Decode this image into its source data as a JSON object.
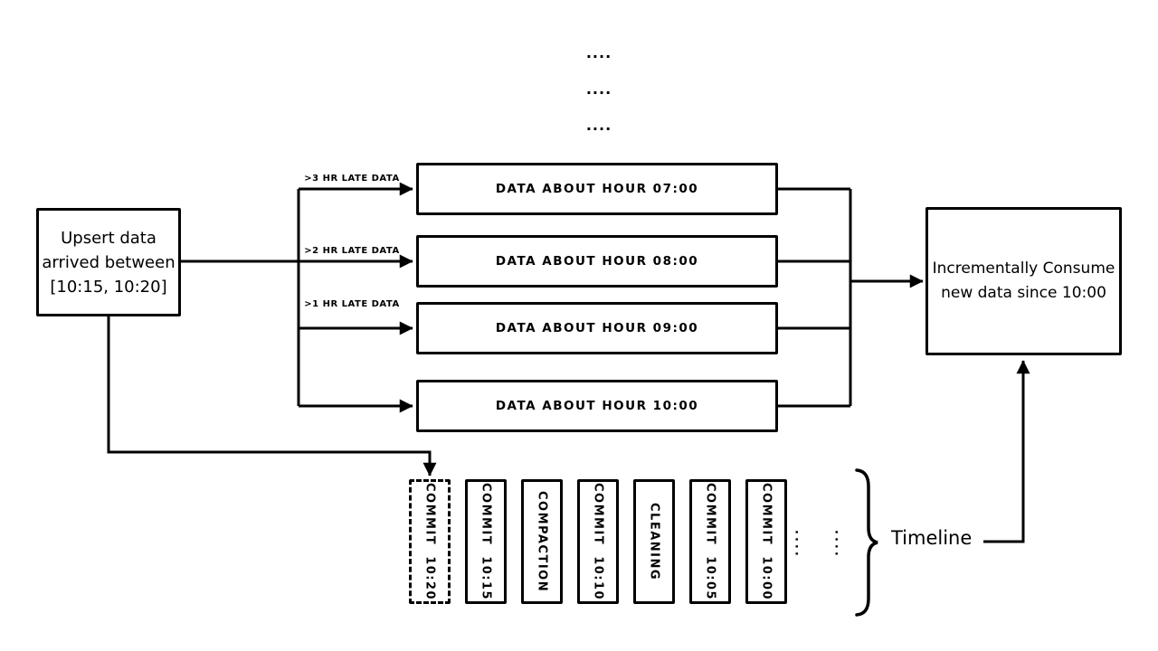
{
  "diagram": {
    "colors": {
      "line": "#000000",
      "background": "#ffffff"
    },
    "top_dots": {
      "row1": "....",
      "row2": "....",
      "row3": "...."
    },
    "left_box": {
      "line1": "Upsert data",
      "line2": "arrived between",
      "line3": "[10:15, 10:20]"
    },
    "branch_labels": {
      "late3": ">3 HR LATE DATA",
      "late2": ">2 HR LATE DATA",
      "late1": ">1 HR LATE DATA"
    },
    "hour_boxes": [
      "DATA ABOUT HOUR 07:00",
      "DATA ABOUT HOUR 08:00",
      "DATA ABOUT HOUR 09:00",
      "DATA ABOUT HOUR 10:00"
    ],
    "right_box": {
      "line1": "Incrementally Consume",
      "line2": "new data since 10:00"
    },
    "timeline": {
      "commits": [
        "COMMIT  10:20",
        "COMMIT  10:15",
        "COMPACTION",
        "COMMIT  10:10",
        "CLEANING",
        "COMMIT  10:05",
        "COMMIT  10:00"
      ],
      "ellipsis1": "....",
      "ellipsis2": "....",
      "label": "Timeline"
    }
  }
}
